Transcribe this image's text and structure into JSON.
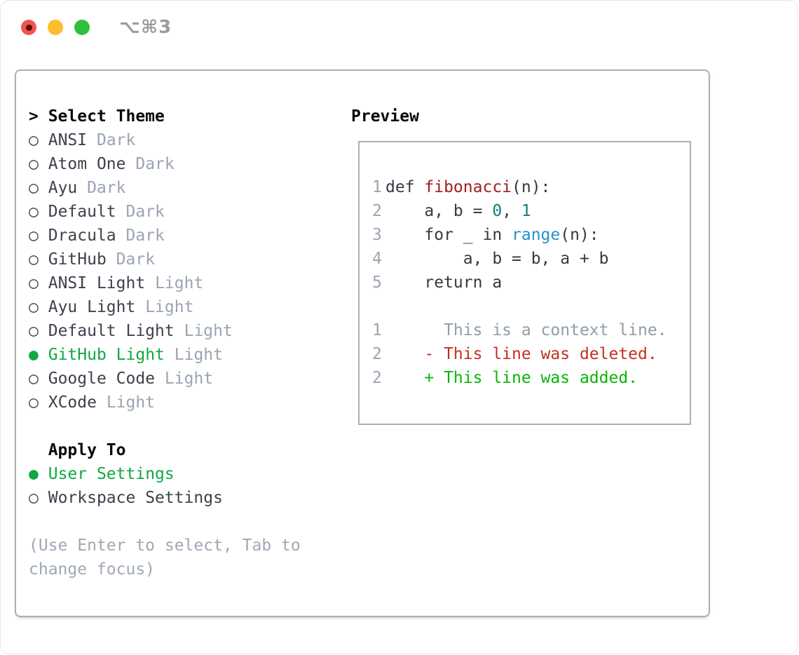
{
  "window": {
    "title": "⌥⌘3",
    "traffic_lights": [
      {
        "name": "close",
        "color": "#f0554d",
        "inner_dot_color": "#56100a"
      },
      {
        "name": "minimize",
        "color": "#fcbd2f"
      },
      {
        "name": "maximize",
        "color": "#2ec13f"
      }
    ]
  },
  "theme_picker": {
    "header_prefix": ">",
    "header": "Select Theme",
    "items": [
      {
        "name": "ANSI",
        "variant": "Dark",
        "selected": false
      },
      {
        "name": "Atom One",
        "variant": "Dark",
        "selected": false
      },
      {
        "name": "Ayu",
        "variant": "Dark",
        "selected": false
      },
      {
        "name": "Default",
        "variant": "Dark",
        "selected": false
      },
      {
        "name": "Dracula",
        "variant": "Dark",
        "selected": false
      },
      {
        "name": "GitHub",
        "variant": "Dark",
        "selected": false
      },
      {
        "name": "ANSI Light",
        "variant": "Light",
        "selected": false
      },
      {
        "name": "Ayu Light",
        "variant": "Light",
        "selected": false
      },
      {
        "name": "Default Light",
        "variant": "Light",
        "selected": false
      },
      {
        "name": "GitHub Light",
        "variant": "Light",
        "selected": true
      },
      {
        "name": "Google Code",
        "variant": "Light",
        "selected": false
      },
      {
        "name": "XCode",
        "variant": "Light",
        "selected": false
      }
    ],
    "radio_selected_glyph": "●",
    "radio_unselected_glyph": "○",
    "apply_to": {
      "header": "Apply To",
      "options": [
        {
          "label": "User Settings",
          "selected": true
        },
        {
          "label": "Workspace Settings",
          "selected": false
        }
      ]
    },
    "hint_lines": [
      "(Use Enter to select, Tab to",
      "change focus)"
    ]
  },
  "preview": {
    "header": "Preview",
    "lines": [
      {
        "num": "1",
        "kind": "code",
        "segments": [
          {
            "t": "def ",
            "s": "code"
          },
          {
            "t": "fibonacci",
            "s": "title"
          },
          {
            "t": "(n):",
            "s": "code"
          }
        ]
      },
      {
        "num": "2",
        "kind": "code",
        "segments": [
          {
            "t": "    a, b = ",
            "s": "code"
          },
          {
            "t": "0",
            "s": "num"
          },
          {
            "t": ", ",
            "s": "code"
          },
          {
            "t": "1",
            "s": "num"
          }
        ]
      },
      {
        "num": "3",
        "kind": "code",
        "segments": [
          {
            "t": "    for _ in ",
            "s": "code"
          },
          {
            "t": "range",
            "s": "builtin"
          },
          {
            "t": "(n):",
            "s": "code"
          }
        ]
      },
      {
        "num": "4",
        "kind": "code",
        "segments": [
          {
            "t": "        a, b = b, a + b",
            "s": "code"
          }
        ]
      },
      {
        "num": "5",
        "kind": "code",
        "segments": [
          {
            "t": "    return a",
            "s": "code"
          }
        ]
      },
      {
        "num": "",
        "kind": "blank",
        "segments": []
      },
      {
        "num": "1",
        "kind": "diff-context",
        "segments": [
          {
            "t": "      This is a context line.",
            "s": "ctx"
          }
        ]
      },
      {
        "num": "2",
        "kind": "diff-deleted",
        "segments": [
          {
            "t": "    ",
            "s": "code"
          },
          {
            "t": "- This line was deleted.",
            "s": "del"
          }
        ]
      },
      {
        "num": "2",
        "kind": "diff-added",
        "segments": [
          {
            "t": "    ",
            "s": "code"
          },
          {
            "t": "+ This line was added.",
            "s": "add"
          }
        ]
      }
    ]
  },
  "colors": {
    "panel_border": "#a9b0ba",
    "text_dark": "#3c424c",
    "header_black": "#0a0a0a",
    "muted_gray": "#9aa4b2",
    "selection_green": "#0fa843",
    "added_green": "#0ab40a",
    "deleted_red": "#c23121",
    "function_title_red": "#a31d1d",
    "number_teal": "#0e8080",
    "builtin_blue": "#2493c8"
  }
}
